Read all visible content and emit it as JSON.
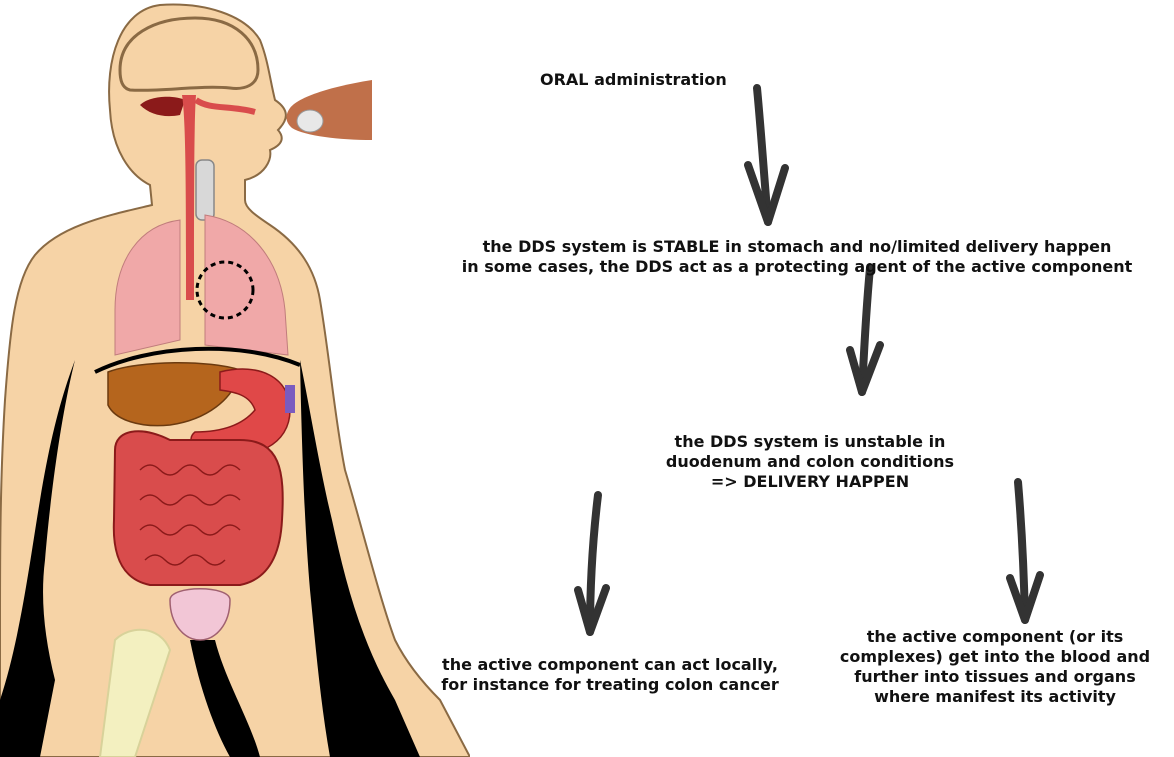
{
  "colors": {
    "skin": "#f6d3a6",
    "skin_outline": "#8a6a44",
    "black_region": "#000000",
    "lungs": "#f0a8a8",
    "liver": "#b5651d",
    "stomach": "#e04848",
    "intestine": "#d94c4c",
    "bladder": "#f2c6d6",
    "bone": "#f3f0c0",
    "arrow": "#333333",
    "text": "#111111",
    "fingertip": "#c0704a",
    "pill": "#e8e8e8"
  },
  "icons": {
    "figure": "human-digestive-system-illustration",
    "hand": "fingertip-holding-pill-icon"
  },
  "labels": {
    "oral": "ORAL administration",
    "stable": [
      "the DDS system is STABLE  in stomach and no/limited delivery happen",
      "in some cases, the DDS act as a protecting agent of the active component"
    ],
    "unstable": [
      "the DDS system is unstable in",
      "duodenum and colon conditions",
      "=> DELIVERY HAPPEN"
    ],
    "local": [
      "the active component can act locally,",
      "for instance for treating colon cancer"
    ],
    "systemic": [
      "the active component (or its",
      "complexes) get into the blood and",
      "further into tissues and organs",
      "where manifest its activity"
    ]
  }
}
